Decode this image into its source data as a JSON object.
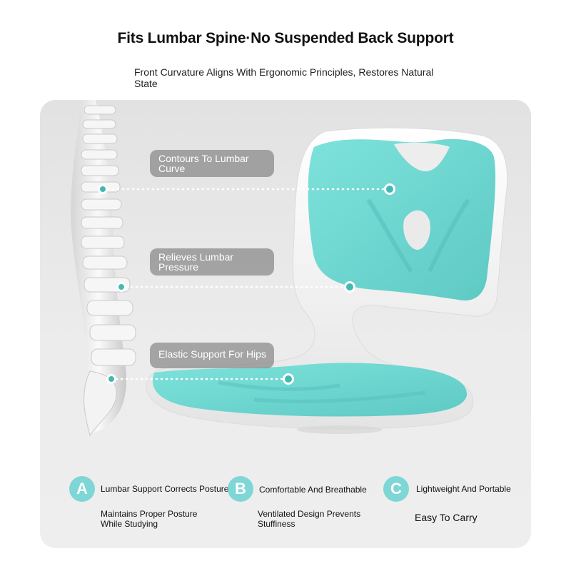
{
  "header": {
    "title": "Fits Lumbar Spine·No Suspended Back Support",
    "subtitle": "Front Curvature Aligns With Ergonomic Principles, Restores Natural State"
  },
  "callouts": [
    {
      "label": "Contours To Lumbar Curve"
    },
    {
      "label": "Relieves Lumbar Pressure"
    },
    {
      "label": "Elastic Support For Hips"
    }
  ],
  "features": [
    {
      "letter": "A",
      "title": "Lumbar Support Corrects Posture",
      "desc": "Maintains Proper Posture While Studying"
    },
    {
      "letter": "B",
      "title": "Comfortable And Breathable",
      "desc": "Ventilated Design Prevents Stuffiness"
    },
    {
      "letter": "C",
      "title": "Lightweight And Portable",
      "desc": "Easy To Carry"
    }
  ],
  "colors": {
    "accent": "#7fd6d6",
    "cushion": "#6fd8d2",
    "shell": "#f7f7f7",
    "panel": "#e6e6e6"
  }
}
